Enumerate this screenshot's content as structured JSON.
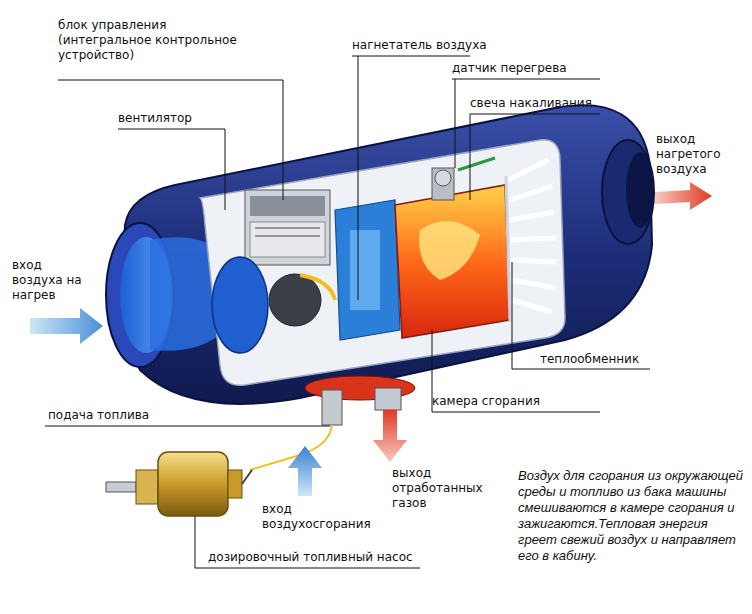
{
  "diagram": {
    "caption": "Воздух для сгорания из окружающей среды и топливо из бака машины смешиваются в камере сгорания и зажигаются.Тепловая энергия греет свежий воздух и направляет его в кабину.",
    "labels": [
      "блок управления (интегральное контрольное устройство)",
      "нагнетатель воздуха",
      "датчик перегрева",
      "свеча накаливания",
      "вентилятор",
      "выход нагретого воздуха",
      "вход воздуха на нагрев",
      "теплообменник",
      "подача топлива",
      "камера сгорания",
      "выход отработанных газов",
      "вход воздухосгорания",
      "дозировочный топливный насос"
    ]
  }
}
